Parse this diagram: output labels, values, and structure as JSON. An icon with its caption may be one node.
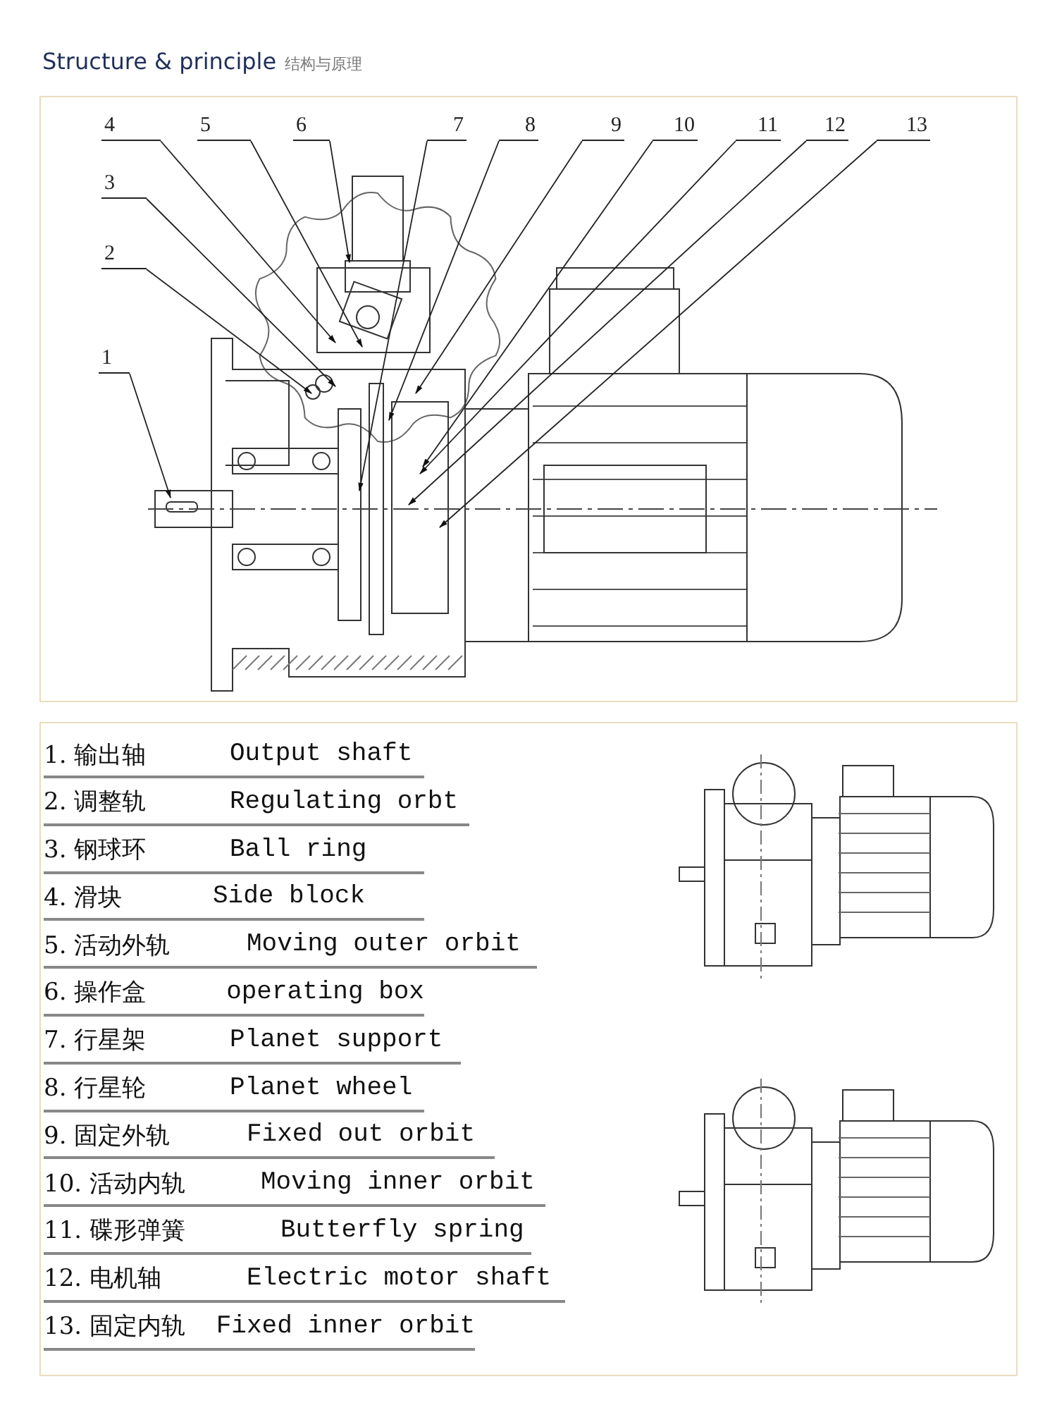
{
  "diagram": {
    "title": "Structure & principle",
    "nodes": [
      {
        "text": [
          "1"
        ]
      },
      {
        "text": [
          "2"
        ]
      },
      {
        "text": [
          "3"
        ]
      },
      {
        "text": [
          "4"
        ]
      },
      {
        "text": [
          "5"
        ]
      },
      {
        "text": [
          "6"
        ]
      },
      {
        "text": [
          "7"
        ]
      },
      {
        "text": [
          "8"
        ]
      },
      {
        "text": [
          "9"
        ]
      },
      {
        "text": [
          "10"
        ]
      },
      {
        "text": [
          "11"
        ]
      },
      {
        "text": [
          "12"
        ]
      },
      {
        "text": [
          "13"
        ]
      }
    ],
    "edges": [
      {
        "from": 0,
        "to": null,
        "arrow": "to"
      },
      {
        "from": 1,
        "to": null,
        "arrow": "to"
      },
      {
        "from": 2,
        "to": null,
        "arrow": "to"
      },
      {
        "from": 3,
        "to": null,
        "arrow": "to"
      },
      {
        "from": 4,
        "to": null,
        "arrow": "to"
      },
      {
        "from": 5,
        "to": null,
        "arrow": "to"
      },
      {
        "from": 6,
        "to": null,
        "arrow": "to"
      },
      {
        "from": 7,
        "to": null,
        "arrow": "to"
      },
      {
        "from": 8,
        "to": null,
        "arrow": "to"
      },
      {
        "from": 9,
        "to": null,
        "arrow": "to"
      },
      {
        "from": 10,
        "to": null,
        "arrow": "to"
      },
      {
        "from": 11,
        "to": null,
        "arrow": "to"
      },
      {
        "from": 12,
        "to": null,
        "arrow": "to"
      }
    ],
    "labels": [
      "结构与原理",
      "1. 输出轴",
      "Output shaft",
      "2. 调整轨",
      "Regulating orbt",
      "3. 钢球环",
      "Ball ring",
      "4. 滑块",
      "Side block",
      "5. 活动外轨",
      "Moving outer orbit",
      "6. 操作盒",
      "operating box",
      "7. 行星架",
      "Planet support",
      "8. 行星轮",
      "Planet wheel",
      "9. 固定外轨",
      "Fixed out orbit",
      "10. 活动内轨",
      "Moving inner orbit",
      "11. 碟形弹簧",
      "Butterfly spring",
      "12. 电机轴",
      "Electric motor shaft",
      "13. 固定内轨",
      "Fixed inner orbit"
    ]
  }
}
